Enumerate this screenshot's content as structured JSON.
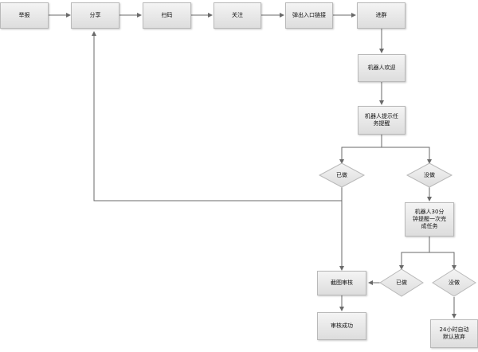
{
  "nodes": {
    "report": "举报",
    "share": "分享",
    "scan": "扫码",
    "follow": "关注",
    "popup_link": "弹出入口链接",
    "join_group": "进群",
    "bot_welcome": "机器人欢迎",
    "bot_task_reminder": "机器人提示任\n务提醒",
    "bot_30min_reminder": "机器人30分\n钟提醒一次完\n成任务",
    "screenshot_review": "截图审核",
    "review_success": "审核成功",
    "auto_abandon_24h": "24小时自动\n默认放弃"
  },
  "decisions": {
    "done_1": "已做",
    "not_done_1": "没做",
    "done_2": "已做",
    "not_done_2": "没做"
  }
}
